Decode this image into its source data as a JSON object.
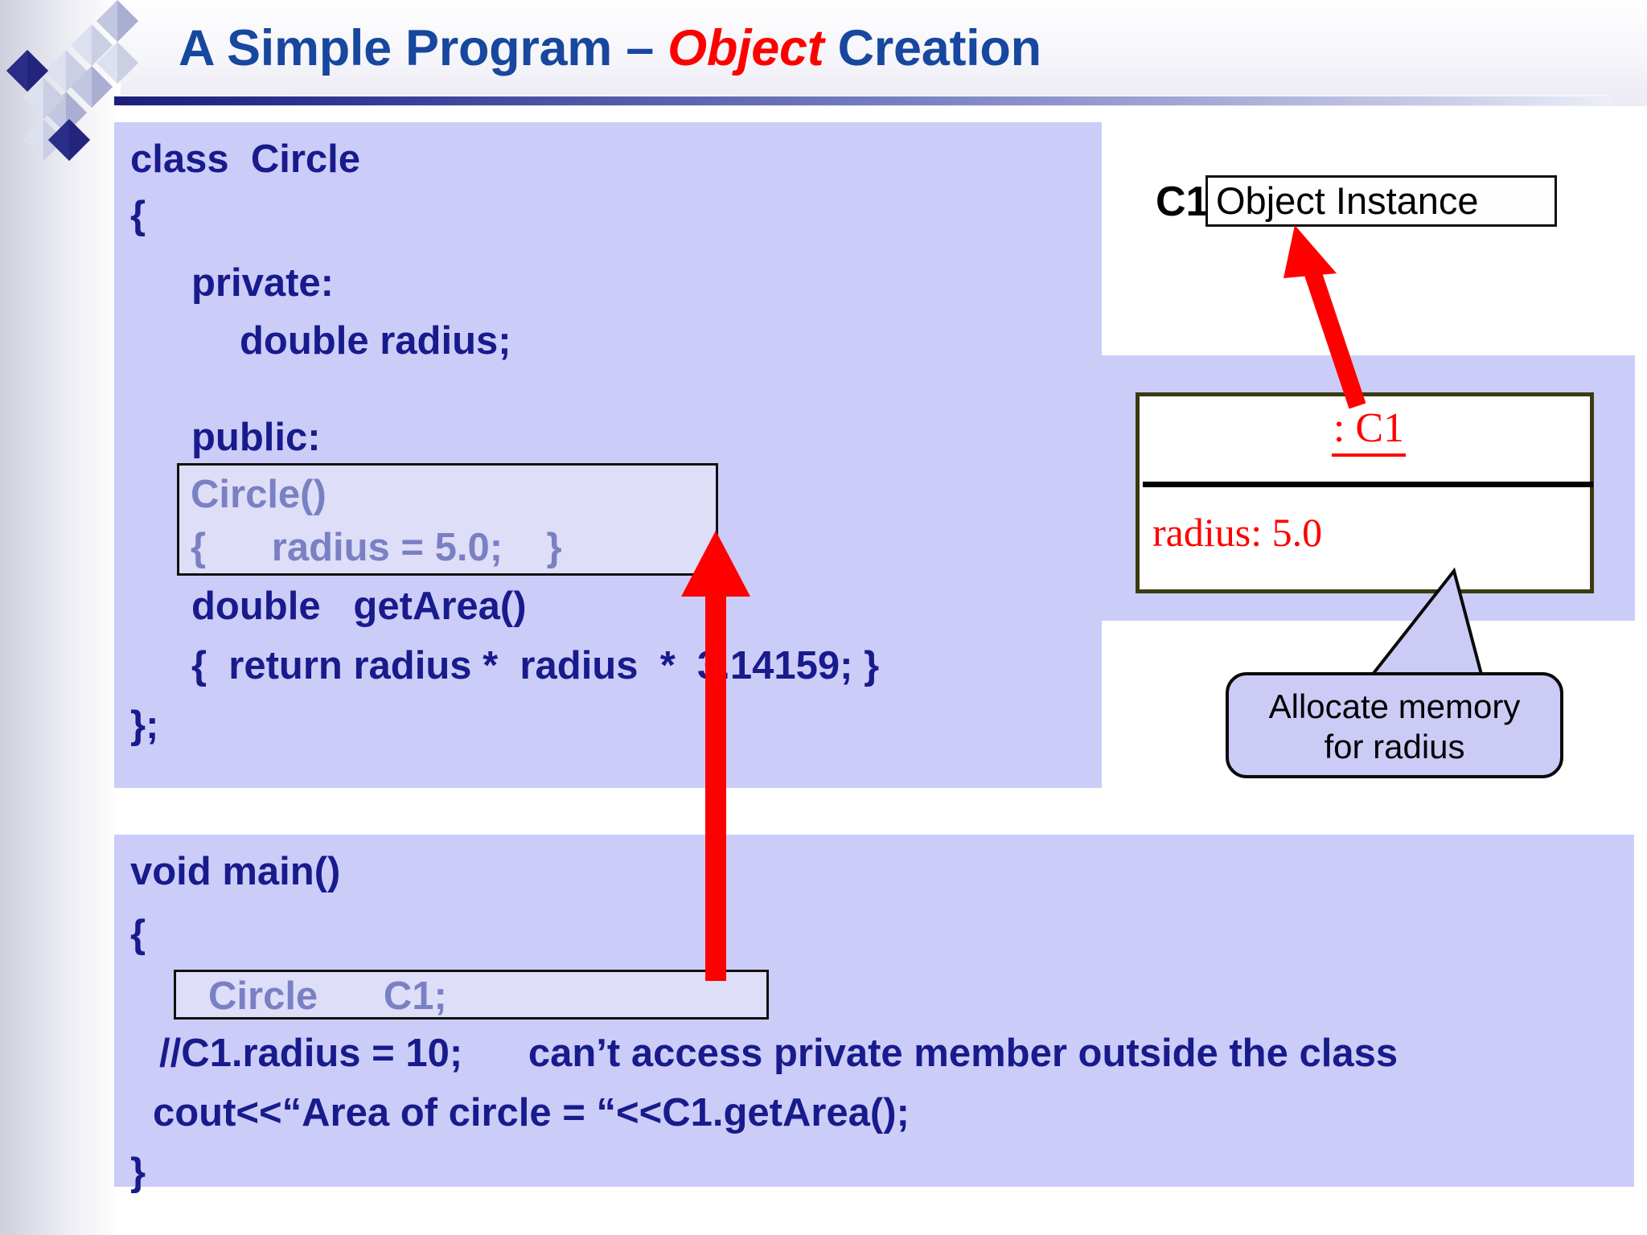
{
  "slide": {
    "title_plain_1": "A Simple Program – ",
    "title_emphasis": "Object",
    "title_plain_2": " Creation",
    "title_full": "A Simple Program – Object Creation"
  },
  "colors": {
    "title_blue": "#17479E",
    "title_red": "#FF0000",
    "panel_lavender": "#CCCCF8",
    "code_navy": "#181B8C",
    "highlight_text": "#7A80C4",
    "uml_red": "#FF0000",
    "arrow_red": "#FF0000"
  },
  "class_code": {
    "lines": [
      "class  Circle",
      "{",
      "private:",
      "double radius;",
      "public:",
      "double   getArea()",
      "{  return radius *  radius  *  3.14159; }",
      "};"
    ],
    "constructor_box": {
      "line1": "Circle()",
      "line2": "{      radius = 5.0;    }"
    }
  },
  "main_code": {
    "lines": [
      "void main()",
      "{",
      "//C1.radius = 10;      can’t access private member outside the class",
      "cout<<“Area of circle = “<<C1.getArea();",
      "}"
    ],
    "declaration_box": {
      "text": "Circle      C1;"
    }
  },
  "diagram": {
    "instance_variable": "C1",
    "instance_label": "Object Instance",
    "uml_object_name": ": C1",
    "uml_attribute": "radius: 5.0",
    "callout_line1": "Allocate memory",
    "callout_line2": "for radius"
  }
}
